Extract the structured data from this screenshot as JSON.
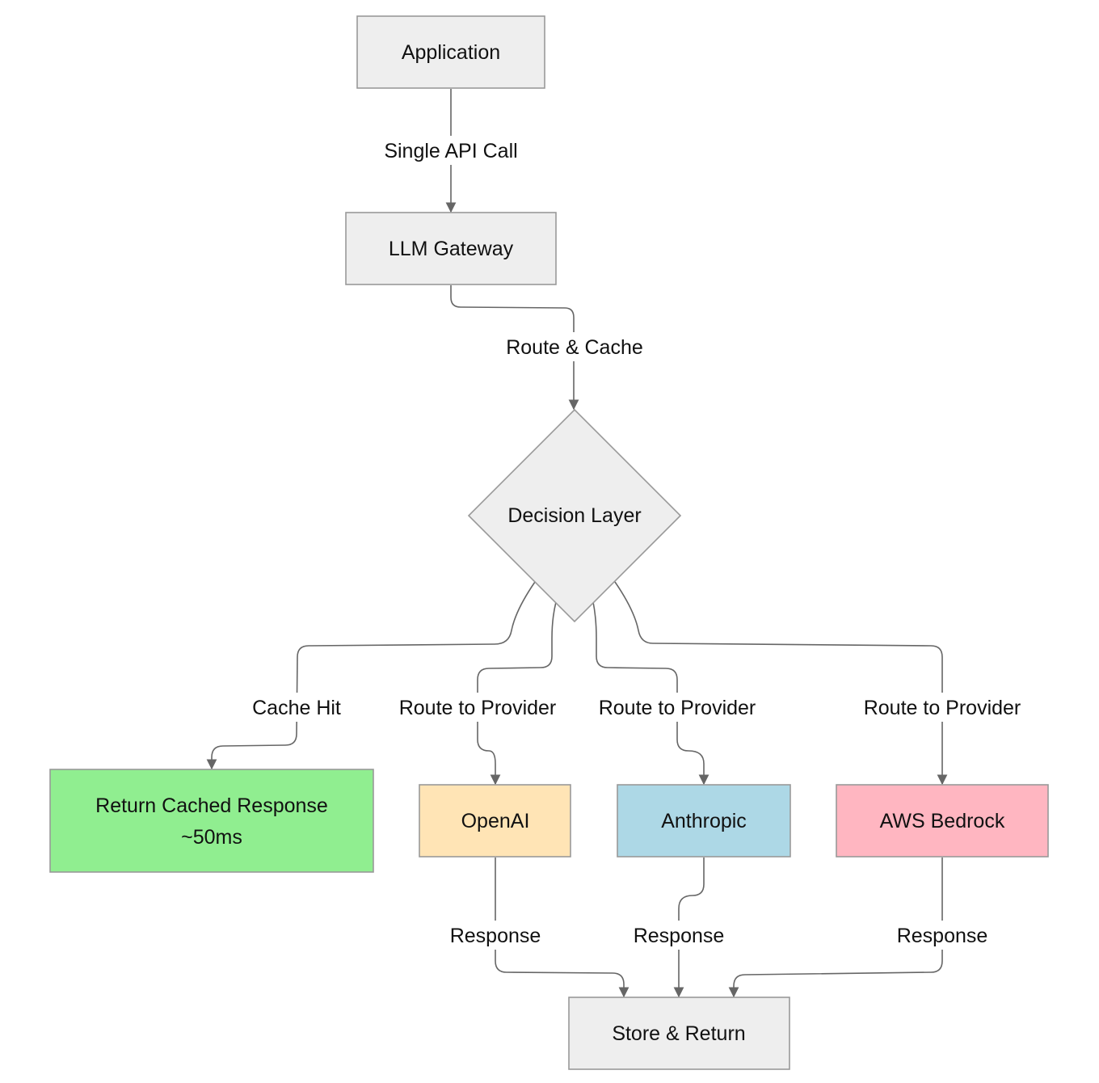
{
  "nodes": {
    "application": {
      "label": "Application",
      "color": "#eeeeee"
    },
    "gateway": {
      "label": "LLM Gateway",
      "color": "#eeeeee"
    },
    "decision": {
      "label": "Decision Layer",
      "color": "#eeeeee"
    },
    "cached": {
      "line1": "Return Cached Response",
      "line2": "~50ms",
      "color": "#90ee90"
    },
    "openai": {
      "label": "OpenAI",
      "color": "#ffe4b5"
    },
    "anthropic": {
      "label": "Anthropic",
      "color": "#add8e6"
    },
    "bedrock": {
      "label": "AWS Bedrock",
      "color": "#ffb6c1"
    },
    "store": {
      "label": "Store & Return",
      "color": "#eeeeee"
    }
  },
  "edges": {
    "app_to_gateway": "Single API Call",
    "gateway_to_decision": "Route & Cache",
    "decision_to_cached": "Cache Hit",
    "decision_to_openai": "Route to Provider",
    "decision_to_anthropic": "Route to Provider",
    "decision_to_bedrock": "Route to Provider",
    "openai_to_store": "Response",
    "anthropic_to_store": "Response",
    "bedrock_to_store": "Response"
  },
  "colors": {
    "edge": "#666666",
    "node_border": "#999999"
  }
}
